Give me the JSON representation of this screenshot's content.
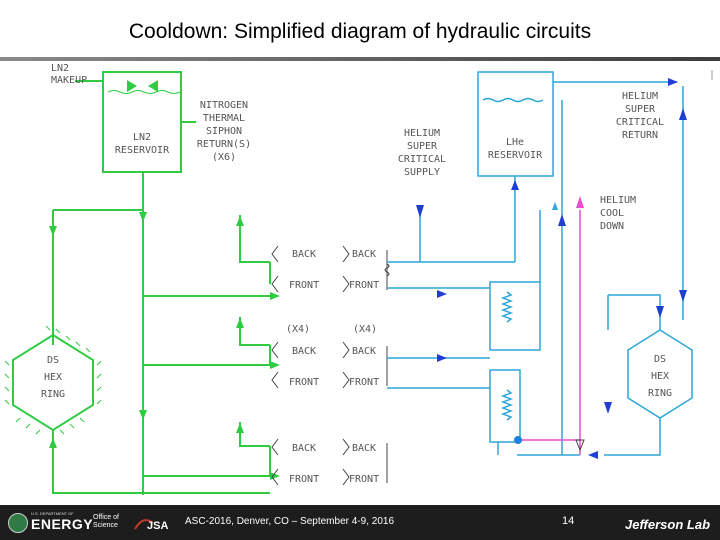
{
  "slide": {
    "title": "Cooldown: Simplified diagram of hydraulic circuits"
  },
  "diagram": {
    "ln2_makeup": [
      "LN2",
      "MAKEUP"
    ],
    "ln2_reservoir": [
      "LN2",
      "RESERVOIR"
    ],
    "nitrogen_return": [
      "NITROGEN",
      "THERMAL",
      "SIPHON",
      "RETURN(S)",
      "(X6)"
    ],
    "helium_supply": [
      "HELIUM",
      "SUPER",
      "CRITICAL",
      "SUPPLY"
    ],
    "lhe_reservoir": [
      "LHe",
      "RESERVOIR"
    ],
    "helium_return": [
      "HELIUM",
      "SUPER",
      "CRITICAL",
      "RETURN"
    ],
    "helium_cooldown": [
      "HELIUM",
      "COOL",
      "DOWN"
    ],
    "ds_hex_ring_left": [
      "DS",
      "HEX",
      "RING"
    ],
    "ds_hex_ring_right": [
      "DS",
      "HEX",
      "RING"
    ],
    "back": "BACK",
    "front": "FRONT",
    "x4": "(X4)",
    "colors": {
      "nitrogen": "#2ecc40",
      "helium": "#2aa7d8",
      "cooldown": "#e64fd0",
      "arrow": "#1f3fd1"
    }
  },
  "footer": {
    "doe_small": "U.S. DEPARTMENT OF",
    "doe": "ENERGY",
    "office": [
      "Office of",
      "Science"
    ],
    "jsa": "JSA",
    "conference": "ASC-2016, Denver, CO – September 4-9, 2016",
    "page": "14",
    "lab": "Jefferson Lab"
  }
}
